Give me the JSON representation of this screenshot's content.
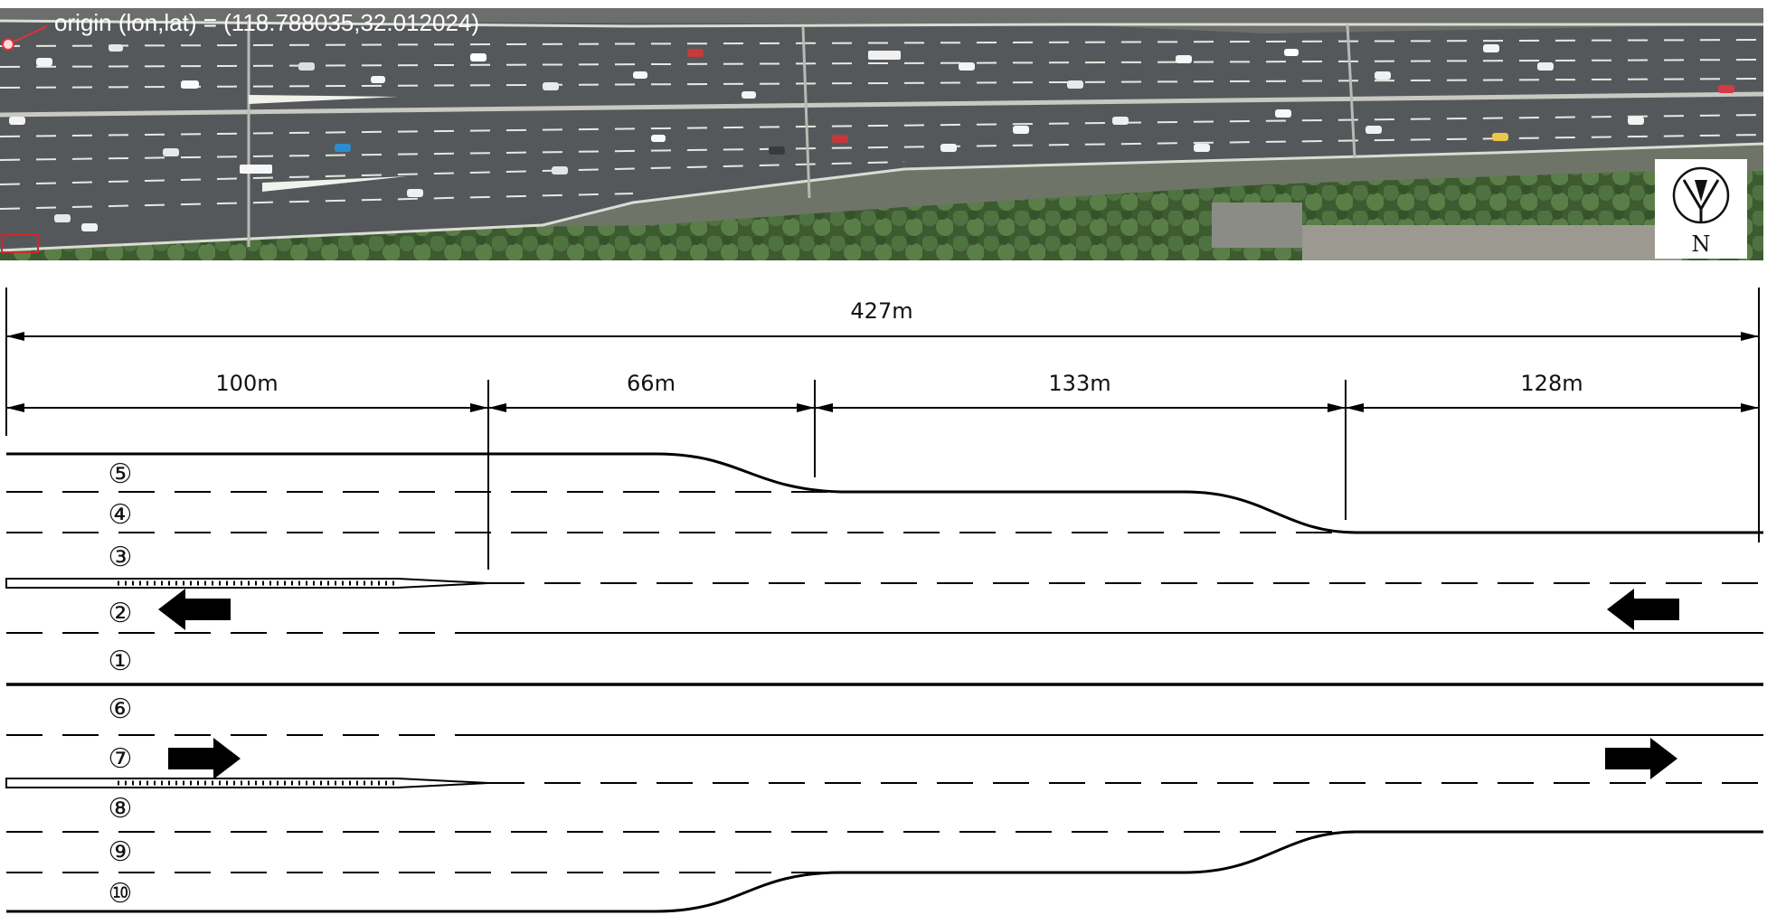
{
  "aerial": {
    "origin_label": "origin  (lon,lat) = (118.788035,32.012024)",
    "compass_label": "N",
    "colors": {
      "road": "#53565a",
      "trees": "#3f5d32",
      "marking": "#ffffff",
      "origin_marker": "#e0303a"
    }
  },
  "dimensions": {
    "total": "427m",
    "segments": [
      "100m",
      "66m",
      "133m",
      "128m"
    ]
  },
  "lanes": [
    {
      "id": "lane-5",
      "label": "⑤"
    },
    {
      "id": "lane-4",
      "label": "④"
    },
    {
      "id": "lane-3",
      "label": "③"
    },
    {
      "id": "lane-2",
      "label": "②"
    },
    {
      "id": "lane-1",
      "label": "①"
    },
    {
      "id": "lane-6",
      "label": "⑥"
    },
    {
      "id": "lane-7",
      "label": "⑦"
    },
    {
      "id": "lane-8",
      "label": "⑧"
    },
    {
      "id": "lane-9",
      "label": "⑨"
    },
    {
      "id": "lane-10",
      "label": "⑩"
    }
  ],
  "directions": {
    "upper_carriageway": "westbound",
    "lower_carriageway": "eastbound"
  }
}
